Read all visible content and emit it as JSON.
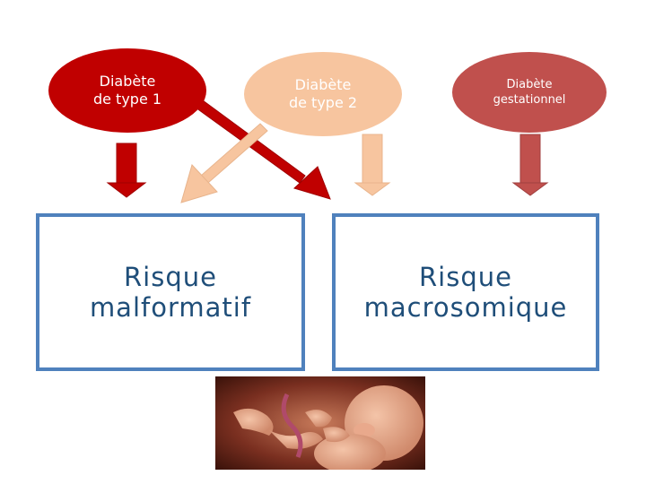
{
  "ovals": [
    {
      "label": "Diabète\nde type 1",
      "color": "#c00000"
    },
    {
      "label": "Diabète\nde type 2",
      "color": "#f7c59f"
    },
    {
      "label": "Diabète\ngestationnel",
      "color": "#c0504d"
    }
  ],
  "boxes": [
    {
      "label": "Risque\nmalformatif"
    },
    {
      "label": "Risque\nmacrosomique"
    }
  ],
  "colors": {
    "box_border": "#4f81bd",
    "box_text": "#1f4e79",
    "arrow_type1": "#c00000",
    "arrow_type2": "#f7c59f",
    "arrow_gestational": "#c0504d"
  },
  "photo": {
    "description_icon": "fetus-photo"
  }
}
